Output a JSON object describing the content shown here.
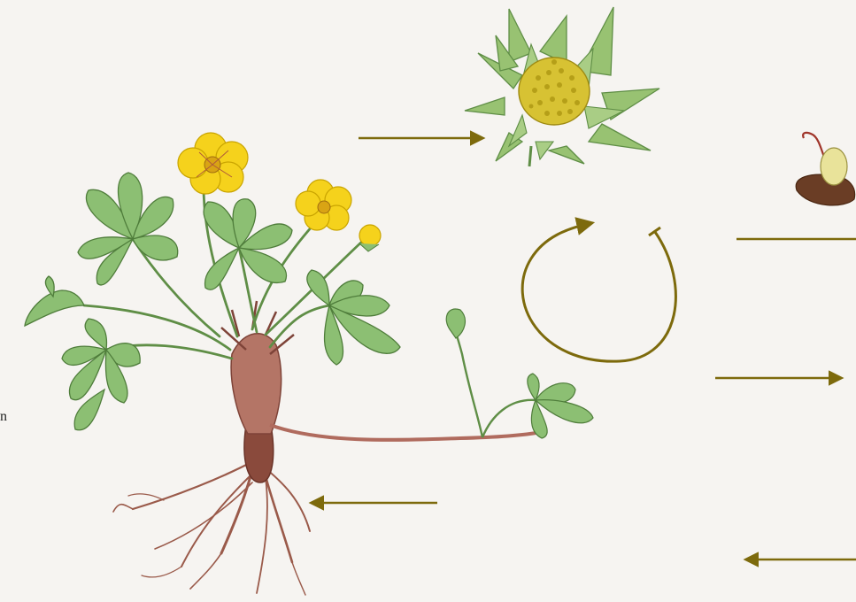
{
  "edge_text": "n",
  "colors": {
    "background": "#f6f4f1",
    "arrow": "#7d6a0c",
    "leaf": "#8cbf73",
    "leaf_dark": "#4f7d3b",
    "petal": "#f5d21c",
    "petal_center": "#c9a400",
    "stem": "#b06b5e",
    "stem_dark": "#7e4338",
    "sepal": "#98c272",
    "seed": "#e9e39a",
    "seed_husk": "#6a3d25"
  },
  "illustrations": [
    "whole-plant",
    "flower-head-closeup",
    "seed-closeup"
  ],
  "cycle_symbol": "circular-arrow"
}
